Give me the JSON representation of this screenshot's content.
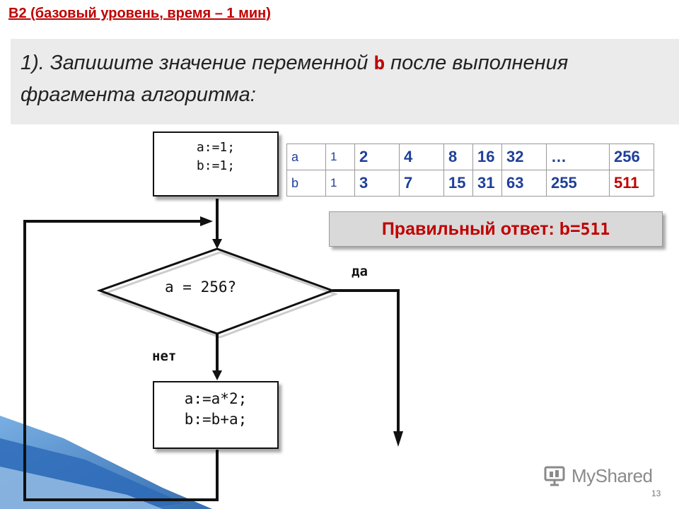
{
  "slide": {
    "title": "B2 (базовый уровень, время – 1 мин)",
    "task": {
      "prefix": "1). Запишите значение переменной ",
      "variable": "b",
      "suffix": " после выполнения фрагмента алгоритма:"
    },
    "page_number": "13"
  },
  "flowchart": {
    "init_line1": "a:=1;",
    "init_line2": "b:=1;",
    "condition": "a = 256?",
    "yes_label": "да",
    "no_label": "нет",
    "body_line1": "a:=a*2;",
    "body_line2": "b:=b+a;"
  },
  "trace_table": {
    "rows": [
      {
        "name": "a",
        "init": "1",
        "values": [
          "2",
          "4",
          "8",
          "16",
          "32",
          "…",
          "256"
        ]
      },
      {
        "name": "b",
        "init": "1",
        "values": [
          "3",
          "7",
          "15",
          "31",
          "63",
          "255",
          "511"
        ]
      }
    ]
  },
  "answer": {
    "label": "Правильный ответ: b=",
    "value": "511"
  },
  "watermark": {
    "text": "MyShared"
  },
  "colors": {
    "title_red": "#c00000",
    "table_blue": "#1f3f9a",
    "corner_blue": "#2e6bb8"
  }
}
